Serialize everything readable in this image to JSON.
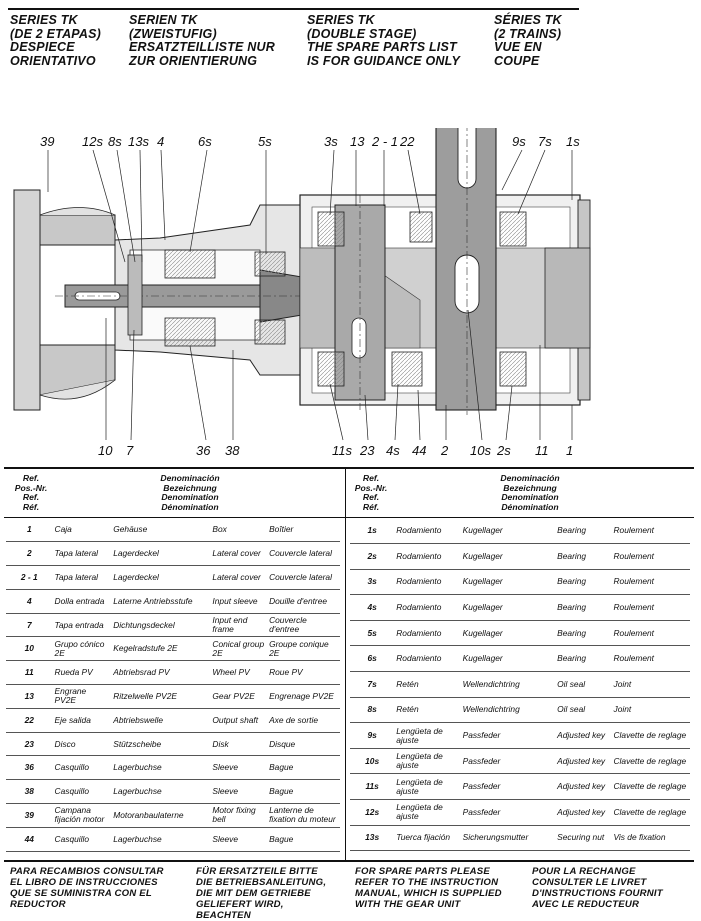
{
  "header": [
    [
      "SERIES TK",
      "(DE 2 ETAPAS)",
      "DESPIECE",
      "ORIENTATIVO"
    ],
    [
      "SERIEN TK",
      "(ZWEISTUFIG)",
      "ERSATZTEILLISTE NUR",
      "ZUR ORIENTIERUNG"
    ],
    [
      "SERIES  TK",
      "(DOUBLE STAGE)",
      "THE SPARE PARTS LIST",
      "IS FOR GUIDANCE ONLY"
    ],
    [
      "SÉRIES  TK",
      "(2 TRAINS)",
      "VUE EN",
      "COUPE"
    ]
  ],
  "callouts_top": [
    "39",
    "12s",
    "8s",
    "13s",
    "4",
    "6s",
    "5s",
    "3s",
    "13",
    "2 - 1",
    "22",
    "9s",
    "7s",
    "1s"
  ],
  "callouts_bottom": [
    "10",
    "7",
    "36",
    "38",
    "11s",
    "23",
    "4s",
    "44",
    "2",
    "10s",
    "2s",
    "11",
    "1"
  ],
  "table_headers": {
    "left_ref": [
      "Ref.",
      "Pos.-Nr.",
      "Ref.",
      "Réf."
    ],
    "left_denom": [
      "Denominación",
      "Bezeichnung",
      "Denomination",
      "Dénomination"
    ],
    "right_ref": [
      "Ref.",
      "Pos.-Nr.",
      "Ref.",
      "Réf."
    ],
    "right_denom": [
      "Denominación",
      "Bezeichnung",
      "Denomination",
      "Dénomination"
    ]
  },
  "parts_left": [
    {
      "ref": "1",
      "es": "Caja",
      "de": "Gehäuse",
      "en": "Box",
      "fr": "Boîtier"
    },
    {
      "ref": "2",
      "es": "Tapa lateral",
      "de": "Lagerdeckel",
      "en": "Lateral cover",
      "fr": "Couvercle lateral"
    },
    {
      "ref": "2 - 1",
      "es": "Tapa lateral",
      "de": "Lagerdeckel",
      "en": "Lateral cover",
      "fr": "Couvercle lateral"
    },
    {
      "ref": "4",
      "es": "Dolla entrada",
      "de": "Laterne Antriebsstufe",
      "en": "Input sleeve",
      "fr": "Douille d'entree"
    },
    {
      "ref": "7",
      "es": "Tapa entrada",
      "de": "Dichtungsdeckel",
      "en": "Input end frame",
      "fr": "Couvercle d'entree"
    },
    {
      "ref": "10",
      "es": "Grupo cónico 2E",
      "de": "Kegelradstufe 2E",
      "en": "Conical group 2E",
      "fr": "Groupe conique 2E"
    },
    {
      "ref": "11",
      "es": "Rueda PV",
      "de": "Abtriebsrad PV",
      "en": "Wheel PV",
      "fr": "Roue PV"
    },
    {
      "ref": "13",
      "es": "Engrane PV2E",
      "de": "Ritzelwelle PV2E",
      "en": "Gear PV2E",
      "fr": "Engrenage PV2E"
    },
    {
      "ref": "22",
      "es": "Eje salida",
      "de": "Abtriebswelle",
      "en": "Output shaft",
      "fr": "Axe de sortie"
    },
    {
      "ref": "23",
      "es": "Disco",
      "de": "Stützscheibe",
      "en": "Disk",
      "fr": "Disque"
    },
    {
      "ref": "36",
      "es": "Casquillo",
      "de": "Lagerbuchse",
      "en": "Sleeve",
      "fr": "Bague"
    },
    {
      "ref": "38",
      "es": "Casquillo",
      "de": "Lagerbuchse",
      "en": "Sleeve",
      "fr": "Bague"
    },
    {
      "ref": "39",
      "es": "Campana fijación motor",
      "de": "Motoranbaulaterne",
      "en": "Motor fixing bell",
      "fr": "Lanterne de fixation du moteur"
    },
    {
      "ref": "44",
      "es": "Casquillo",
      "de": "Lagerbuchse",
      "en": "Sleeve",
      "fr": "Bague"
    }
  ],
  "parts_right": [
    {
      "ref": "1s",
      "es": "Rodamiento",
      "de": "Kugellager",
      "en": "Bearing",
      "fr": "Roulement"
    },
    {
      "ref": "2s",
      "es": "Rodamiento",
      "de": "Kugellager",
      "en": "Bearing",
      "fr": "Roulement"
    },
    {
      "ref": "3s",
      "es": "Rodamiento",
      "de": "Kugellager",
      "en": "Bearing",
      "fr": "Roulement"
    },
    {
      "ref": "4s",
      "es": "Rodamiento",
      "de": "Kugellager",
      "en": "Bearing",
      "fr": "Roulement"
    },
    {
      "ref": "5s",
      "es": "Rodamiento",
      "de": "Kugellager",
      "en": "Bearing",
      "fr": "Roulement"
    },
    {
      "ref": "6s",
      "es": "Rodamiento",
      "de": "Kugellager",
      "en": "Bearing",
      "fr": "Roulement"
    },
    {
      "ref": "7s",
      "es": "Retén",
      "de": "Wellendichtring",
      "en": "Oil seal",
      "fr": "Joint"
    },
    {
      "ref": "8s",
      "es": "Retén",
      "de": "Wellendichtring",
      "en": "Oil seal",
      "fr": "Joint"
    },
    {
      "ref": "9s",
      "es": "Lengüeta de ajuste",
      "de": "Passfeder",
      "en": "Adjusted key",
      "fr": "Clavette de reglage"
    },
    {
      "ref": "10s",
      "es": "Lengüeta de ajuste",
      "de": "Passfeder",
      "en": "Adjusted key",
      "fr": "Clavette de reglage"
    },
    {
      "ref": "11s",
      "es": "Lengüeta de ajuste",
      "de": "Passfeder",
      "en": "Adjusted key",
      "fr": "Clavette de reglage"
    },
    {
      "ref": "12s",
      "es": "Lengüeta de ajuste",
      "de": "Passfeder",
      "en": "Adjusted key",
      "fr": "Clavette de reglage"
    },
    {
      "ref": "13s",
      "es": "Tuerca fijación",
      "de": "Sicherungsmutter",
      "en": "Securing nut",
      "fr": "Vis de fixation"
    }
  ],
  "footer": [
    [
      "PARA RECAMBIOS CONSULTAR",
      "EL LIBRO DE INSTRUCCIONES",
      "QUE SE SUMINISTRA CON EL",
      "REDUCTOR"
    ],
    [
      "FÜR ERSATZTEILE BITTE",
      "DIE BETRIEBSANLEITUNG,",
      "DIE MIT DEM GETRIEBE",
      "GELIEFERT WIRD,",
      "BEACHTEN"
    ],
    [
      "FOR SPARE PARTS PLEASE",
      "REFER TO THE INSTRUCTION",
      "MANUAL, WHICH IS SUPPLIED",
      "WITH THE GEAR UNIT"
    ],
    [
      "POUR LA RECHANGE",
      "CONSULTER LE LIVRET",
      "D'INSTRUCTIONS FOURNIT",
      "AVEC LE REDUCTEUR"
    ]
  ]
}
